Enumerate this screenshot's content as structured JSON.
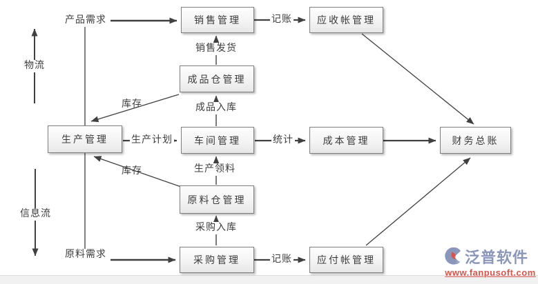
{
  "nodes": [
    {
      "id": "sales-mgmt",
      "label": "销售管理"
    },
    {
      "id": "receivables-mgmt",
      "label": "应收帐管理"
    },
    {
      "id": "finished-goods-warehouse-mgmt",
      "label": "成品仓管理"
    },
    {
      "id": "production-mgmt",
      "label": "生产管理"
    },
    {
      "id": "workshop-mgmt",
      "label": "车间管理"
    },
    {
      "id": "cost-mgmt",
      "label": "成本管理"
    },
    {
      "id": "financial-general-ledger",
      "label": "财务总账"
    },
    {
      "id": "raw-material-warehouse-mgmt",
      "label": "原料仓管理"
    },
    {
      "id": "purchase-mgmt",
      "label": "采购管理"
    },
    {
      "id": "payables-mgmt",
      "label": "应付帐管理"
    }
  ],
  "edge_labels": {
    "product_demand": "产品需求",
    "sales_delivery": "销售发货",
    "inventory_top": "库存",
    "finished_goods_inbound": "成品入库",
    "production_plan": "生产计划",
    "bookkeeping_sales": "记账",
    "statistics": "统计",
    "inventory_bottom": "库存",
    "production_material_issue": "生产领料",
    "purchase_inbound": "采购入库",
    "raw_material_demand": "原料需求",
    "bookkeeping_purchase": "记账"
  },
  "flow_legend": {
    "material_flow": "物流",
    "information_flow": "信息流"
  },
  "watermark": {
    "brand": "泛普软件",
    "url": "www.fanpusoft.com"
  },
  "colors": {
    "arrow": "#404040",
    "box_border": "#7f7f7f",
    "brand_blue": "#8a97ba",
    "brand_red": "#d8544a"
  }
}
